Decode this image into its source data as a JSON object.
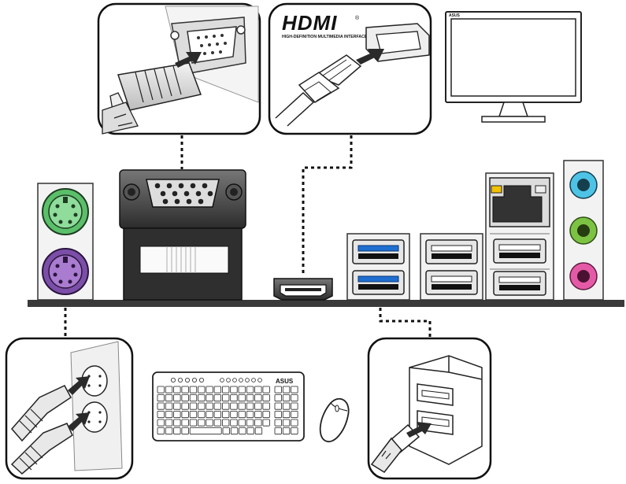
{
  "hdmi_panel": {
    "logo_text": "HDMI",
    "tagline": "HIGH-DEFINITION MULTIMEDIA INTERFACE",
    "trademark": "®"
  },
  "monitor": {
    "brand": "ASUS"
  },
  "keyboard": {
    "brand": "ASUS"
  },
  "colors": {
    "ps2_keyboard": "#7b4fa8",
    "ps2_mouse": "#5bbf6a",
    "usb3_blue": "#1f6fd1",
    "audio_line_in": "#4ec3e6",
    "audio_line_out": "#7cc243",
    "audio_mic": "#e55aa6",
    "lan_led_left": "#f2c200",
    "board": "#3a3a3a"
  },
  "icons": [
    "vga-connector-icon",
    "hdmi-connector-icon",
    "ps2-connector-icon",
    "usb-connector-icon",
    "monitor-icon",
    "keyboard-icon",
    "mouse-icon"
  ]
}
